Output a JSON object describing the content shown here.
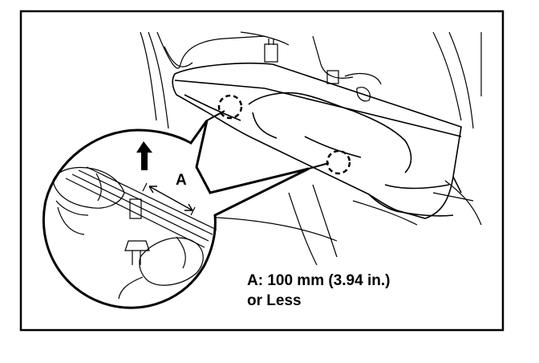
{
  "callout": {
    "dimension_letter": "A"
  },
  "specification": {
    "line1": "A: 100 mm (3.94 in.)",
    "line2": "or Less"
  },
  "colors": {
    "ink": "#000000",
    "paper": "#ffffff"
  },
  "icons": {
    "direction": "up-arrow-icon",
    "clip_markers": "dashed-circle-icon"
  }
}
